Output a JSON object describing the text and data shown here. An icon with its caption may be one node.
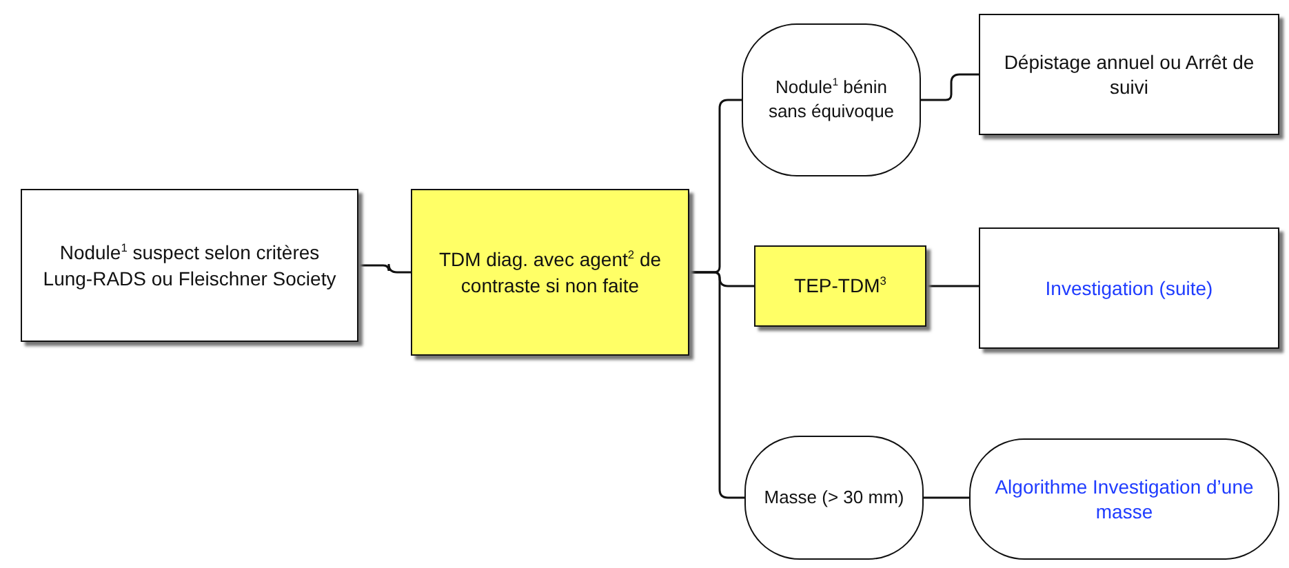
{
  "diagram": {
    "nodes": [
      {
        "text": [
          "Nodule$^{1}$ suspect selon critères Lung-RADS ou Fleischner Society"
        ]
      },
      {
        "text": [
          "TDM diag. avec agent$^{2}$ de contraste si non faite"
        ]
      },
      {
        "text": [
          "Nodule$^{1}$ bénin sans équivoque"
        ]
      },
      {
        "text": [
          "Dépistage annuel ou Arrêt de suivi"
        ]
      },
      {
        "text": [
          "TEP-TDM$^{3}$"
        ]
      },
      {
        "text": [
          "Investigation (suite)"
        ]
      },
      {
        "text": [
          "Masse (> 30 mm)"
        ]
      },
      {
        "text": [
          "Algorithme Investigation d’une masse"
        ]
      }
    ],
    "edges": [
      {
        "from": 0,
        "to": 1,
        "arrow": "none"
      },
      {
        "from": 1,
        "to": 2,
        "arrow": "none"
      },
      {
        "from": 1,
        "to": 4,
        "arrow": "none"
      },
      {
        "from": 1,
        "to": 6,
        "arrow": "none"
      },
      {
        "from": 2,
        "to": 3,
        "arrow": "none"
      },
      {
        "from": 4,
        "to": 5,
        "arrow": "none"
      },
      {
        "from": 6,
        "to": 7,
        "arrow": "none"
      }
    ]
  }
}
